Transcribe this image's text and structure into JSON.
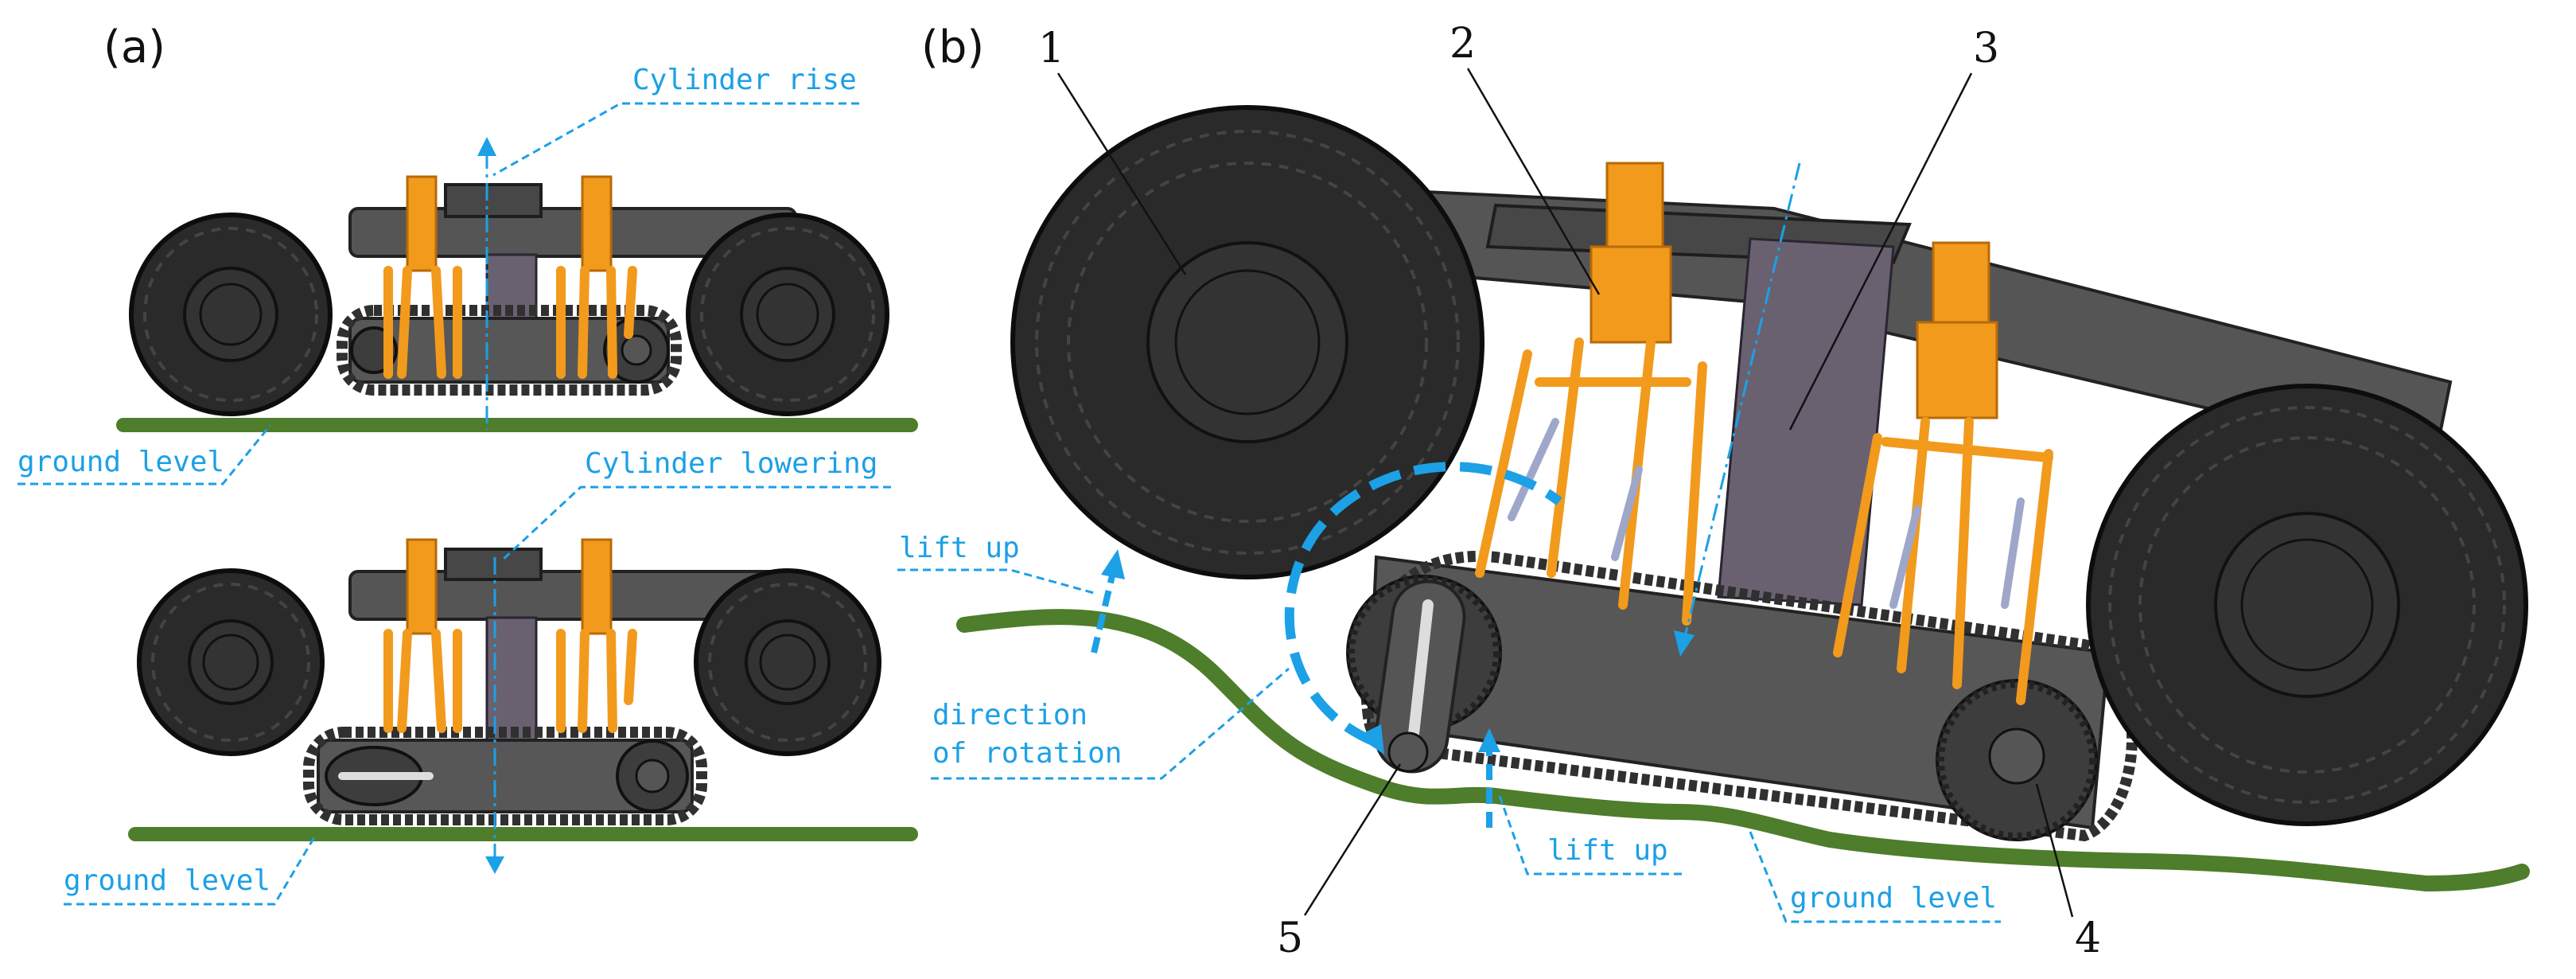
{
  "panels": {
    "a": {
      "label": "(a)"
    },
    "b": {
      "label": "(b)"
    }
  },
  "annotations": {
    "cylinder_rise": "Cylinder rise",
    "cylinder_lowering": "Cylinder lowering",
    "ground_level_top": "ground level",
    "ground_level_bottom": "ground level",
    "lift_up_1": "lift up",
    "direction_of_rotation_1": "direction",
    "direction_of_rotation_2": "of rotation",
    "lift_up_2": "lift up",
    "ground_level_b": "ground level"
  },
  "part_numbers": {
    "n1": "1",
    "n2": "2",
    "n3": "3",
    "n4": "4",
    "n5": "5"
  },
  "colors": {
    "annotation": "#1ca0e6",
    "ground": "#4e7d2b",
    "cylinders": "#f29a1c",
    "tires": "#2a2a2a",
    "frame": "#555555"
  }
}
